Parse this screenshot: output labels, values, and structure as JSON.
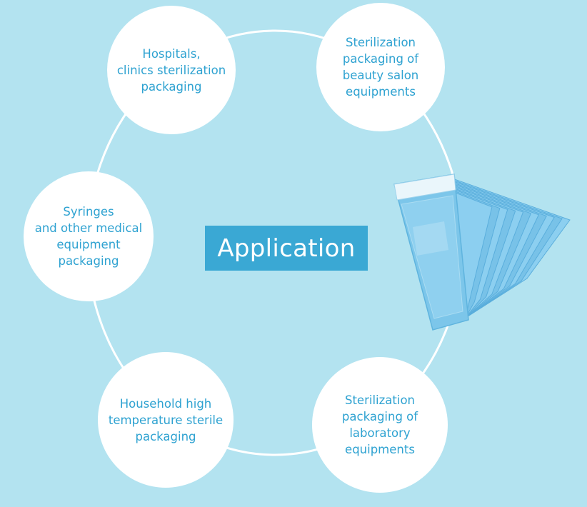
{
  "center": {
    "label": "Application"
  },
  "applications": [
    {
      "text": "Hospitals,\nclinics sterilization\npackaging"
    },
    {
      "text": "Sterilization\npackaging of\nbeauty salon\nequipments"
    },
    {
      "text": "Syringes\nand other medical\nequipment\npackaging"
    },
    {
      "text": "Household high\ntemperature sterile\npackaging"
    },
    {
      "text": "Sterilization\npackaging of\nlaboratory\nequipments"
    }
  ],
  "colors": {
    "background": "#b3e3f0",
    "node_fill": "#ffffff",
    "node_text": "#2ea2d1",
    "center_fill": "#3aa8d4",
    "center_text": "#ffffff",
    "ring": "#ffffff"
  },
  "product_image": "sterilization-pouches-fan"
}
